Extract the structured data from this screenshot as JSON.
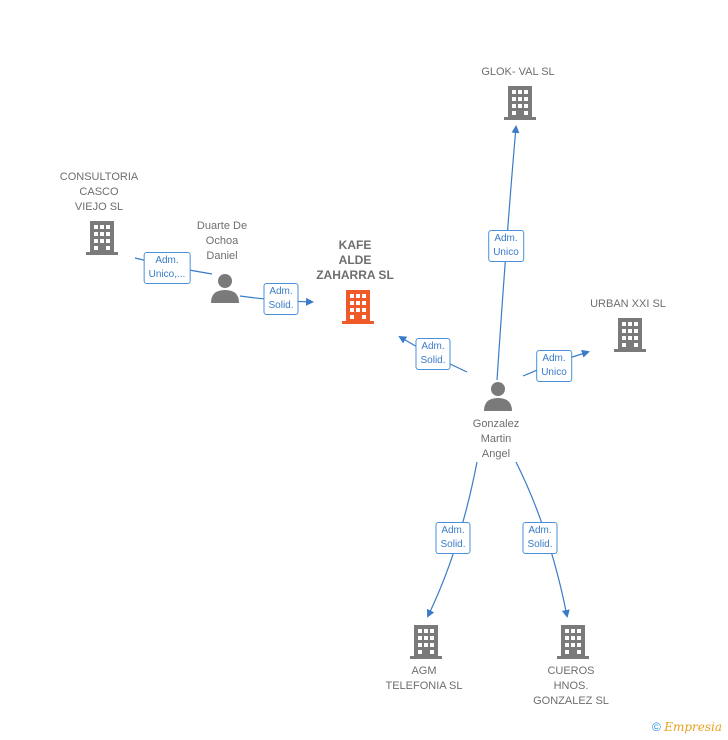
{
  "nodes": {
    "glok": {
      "label": "GLOK- VAL  SL",
      "type": "company"
    },
    "consultoria": {
      "label": "CONSULTORIA\nCASCO\nVIEJO SL",
      "type": "company"
    },
    "duarte": {
      "label": "Duarte De\nOchoa\nDaniel",
      "type": "person"
    },
    "kafe": {
      "label": "KAFE\nALDE\nZAHARRA  SL",
      "type": "company-main"
    },
    "urban": {
      "label": "URBAN XXI  SL",
      "type": "company"
    },
    "gonzalez": {
      "label": "Gonzalez\nMartin\nAngel",
      "type": "person"
    },
    "agm": {
      "label": "AGM\nTELEFONIA SL",
      "type": "company"
    },
    "cueros": {
      "label": "CUEROS\nHNOS.\nGONZALEZ SL",
      "type": "company"
    }
  },
  "edges": {
    "duarte_consultoria": {
      "label": "Adm.\nUnico,..."
    },
    "duarte_kafe": {
      "label": "Adm.\nSolid."
    },
    "gonzalez_glok": {
      "label": "Adm.\nUnico"
    },
    "gonzalez_kafe": {
      "label": "Adm.\nSolid."
    },
    "gonzalez_urban": {
      "label": "Adm.\nUnico"
    },
    "gonzalez_agm": {
      "label": "Adm.\nSolid."
    },
    "gonzalez_cueros": {
      "label": "Adm.\nSolid."
    }
  },
  "colors": {
    "edge": "#3a7bc8",
    "company": "#7a7a7a",
    "main": "#f05a28",
    "person": "#7a7a7a"
  },
  "footer": {
    "symbol": "©",
    "brand": "Empresia"
  }
}
